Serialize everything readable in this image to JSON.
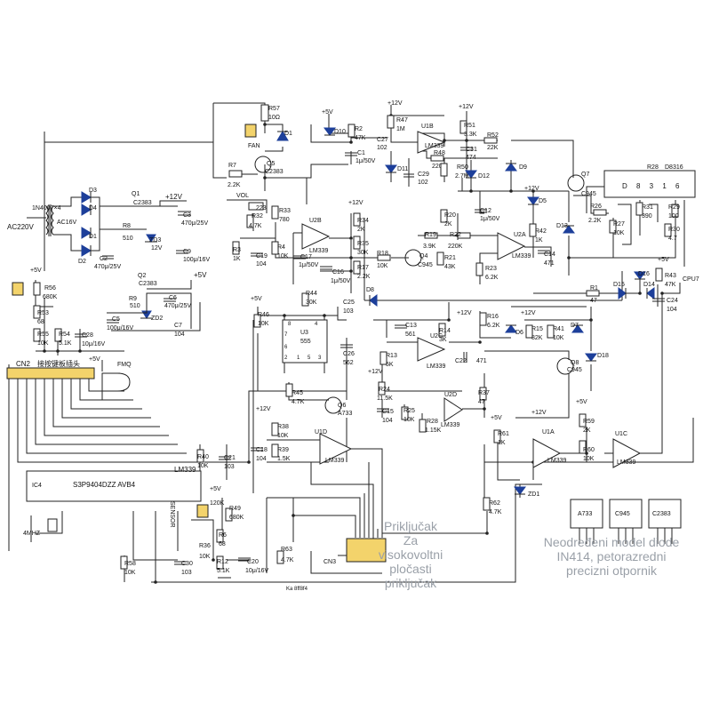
{
  "overlays": {
    "cn3_note_l1": "Priključak",
    "cn3_note_l2": "Za",
    "cn3_note_l3": "visokovoltni",
    "cn3_note_l4": "pločasti",
    "cn3_note_l5": "priključak",
    "diode_note_l1": "Neodređeni model diode",
    "diode_note_l2": "IN414, petorazredni",
    "diode_note_l3": "precizni otpornik"
  },
  "rails": {
    "plus12": "+12V",
    "plus5": "+5V"
  },
  "power": {
    "ac_in": "AC220V",
    "ac_out": "AC16V",
    "bridge": "1N4007×4",
    "d3": "D3",
    "d4": "D4",
    "d1": "D1",
    "d2": "D2",
    "q1": "Q1",
    "q1_type": "C2383",
    "r8": "R8",
    "r8_val": "510",
    "zd3": "ZD3",
    "zd3_val": "12V",
    "c3": "C3",
    "c3_val": "470μ/25V",
    "c2": "C2",
    "c2_val": "470μ/25V",
    "c9": "C9",
    "c9_val": "100μ/16V",
    "q2": "Q2",
    "q2_type": "C2383",
    "r9": "R9",
    "r9_val": "510",
    "zd2": "ZD2",
    "c6": "C6",
    "c6_val": "470μ/25V",
    "c7": "C7",
    "c7_val": "104",
    "c5": "C5",
    "c5_val": "100μ/16V"
  },
  "fan": {
    "label": "FAN",
    "r57": "R57",
    "r57_val": "10Ω",
    "d1": "D1",
    "r7": "R7",
    "r7_val": "2.2K",
    "q5": "Q5",
    "q5_type": "C2383"
  },
  "vol": {
    "label": "VOL",
    "pot": "223",
    "r32": "R32",
    "r32_val": "4.7K",
    "r33": "R33",
    "r33_val": "780",
    "r3": "R3",
    "r3_val": "1K",
    "c19": "C19",
    "c19_val": "104",
    "r4": "R4",
    "r4_val": "10K",
    "c17": "C17",
    "c17_val": "1μ/50V",
    "u2b": "U2B",
    "u2b_type": "LM339",
    "r34": "R34",
    "r34_val": "2K",
    "r35": "R35",
    "r35_val": "30K",
    "r17": "R17",
    "r17_val": "2.2K",
    "c16": "C16",
    "c16_val": "1μ/50V",
    "r18": "R18",
    "r18_val": "10K"
  },
  "top_stage": {
    "d10": "D10",
    "r2": "R2",
    "r2_val": "47K",
    "c1": "C1",
    "c1_val": "1μ/50V",
    "r47": "R47",
    "r47_val": "1M",
    "c27": "C27",
    "c27_val": "102",
    "u1b": "U1B",
    "u1b_type": "LM339",
    "r48": "R48",
    "r48_val": "220K",
    "d11": "D11",
    "c29": "C29",
    "c29_val": "102",
    "r51": "R51",
    "r51_val": "3.3K",
    "c31": "C31",
    "c31_val": "474",
    "r50": "R50",
    "r50_val": "2.7M",
    "r52": "R52",
    "r52_val": "22K"
  },
  "mid_stage": {
    "d12": "D12",
    "d9": "D9",
    "q7": "Q7",
    "q7_type": "C945",
    "r20": "R20",
    "r20_val": "2K",
    "c12": "C12",
    "c12_val": "1μ/50V",
    "d5": "D5",
    "r42": "R42",
    "r42_val": "1K",
    "d13": "D13",
    "r19": "R19",
    "r19_val": "3.9K",
    "r22": "R22",
    "r22_val": "220K",
    "q4": "Q4",
    "q4_type": "C945",
    "r21": "R21",
    "r21_val": "43K",
    "u2a": "U2A",
    "u2a_type": "LM339",
    "c14": "C14",
    "c14_val": "471",
    "r23": "R23",
    "r23_val": "6.2K"
  },
  "display": {
    "r28": "R28",
    "chip": "D8316",
    "pins": "D 8 3 1 6",
    "r26": "R26",
    "r26_val": "2.2K",
    "r27": "R27",
    "r27_val": "10K",
    "r31": "R31",
    "r31_val": "390",
    "r29": "R29",
    "r29_val": "100",
    "r30": "R30",
    "r30_val": "4.7"
  },
  "cpu_io": {
    "r1": "R1",
    "r1_val": "47",
    "d15": "D15",
    "d16": "D16",
    "d14": "D14",
    "r43": "R43",
    "r43_val": "47K",
    "cpu7": "CPU7",
    "c24": "C24",
    "c24_val": "104",
    "d8": "D8"
  },
  "timer": {
    "r44": "R44",
    "r44_val": "30K",
    "c25": "C25",
    "c25_val": "103",
    "r46": "R46",
    "r46_val": "10K",
    "u3": "U3",
    "u3_type": "555",
    "c26": "C26",
    "c26_val": "562",
    "pin8": "8",
    "pin4": "4",
    "pin7": "7",
    "pin6": "6",
    "pin2": "2",
    "pin1": "1",
    "pin5": "5",
    "pin3": "3",
    "r45": "R45",
    "r45_val": "4.7K",
    "q6": "Q6",
    "q6_type": "A733"
  },
  "right_stage": {
    "r16": "R16",
    "r16_val": "6.2K",
    "d6": "D6",
    "r15": "R15",
    "r15_val": "82K",
    "r41": "R41",
    "r41_val": "10K",
    "d7": "D7",
    "r14": "R14",
    "r14_val": "3K",
    "c13": "C13",
    "c13_val": "561",
    "u2c": "U2C",
    "u2c_type": "LM339",
    "c22": "C22",
    "c22_val": "471",
    "r13": "R13",
    "r13_val": "5K",
    "q8": "Q8",
    "q8_type": "C945",
    "d18": "D18",
    "r24": "R24",
    "r24_val": "11.5K",
    "u2d": "U2D",
    "u2d_type": "LM339",
    "r37": "R37",
    "r37_val": "47",
    "c15": "C15",
    "c15_val": "104",
    "r25": "R25",
    "r25_val": "10K",
    "r28": "R28",
    "r28_val": "1.15K"
  },
  "lower_stage": {
    "r38": "R38",
    "r38_val": "10K",
    "c18": "C18",
    "c18_val": "104",
    "r39": "R39",
    "r39_val": "1.5K",
    "u1d": "U1D",
    "u1d_type": "LM339",
    "r61": "R61",
    "r61_val": "1K",
    "u1a": "U1A",
    "u1a_type": "LM339",
    "r59": "R59",
    "r59_val": "2K",
    "r60": "R60",
    "r60_val": "10K",
    "u1c": "U1C",
    "u1c_type": "LM339",
    "zd1": "ZD1",
    "r62": "R62",
    "r62_val": "4.7K"
  },
  "keypad": {
    "r56": "R56",
    "r56_val": "680K",
    "r53": "R53",
    "r53_val": "68",
    "r55": "R55",
    "r55_val": "10K",
    "r54": "R54",
    "r54_val": "5.1K",
    "c28": "C28",
    "c28_val": "10μ/16V",
    "cn2": "CN2",
    "cn2_desc": "接按键板插头",
    "fmq": "FMQ"
  },
  "mcu": {
    "ic4": "IC4",
    "chip": "S3P9404DZZ AVB4",
    "lm339": "LM339",
    "sensor": "SENSOR",
    "xtal": "4MHZ",
    "r40": "R40",
    "r40_val": "10K",
    "c21": "C21",
    "c21_val": "103",
    "r58": "R58",
    "r58_val": "10K",
    "c30": "C30",
    "c30_val": "103",
    "r49": "R49",
    "r49_val": "680K",
    "pot": "120K",
    "r6": "R6",
    "r6_val": "68",
    "r36": "R36",
    "r36_val": "10K",
    "r12": "R12",
    "r12_val": "5.1K",
    "c20": "C20",
    "c20_val": "10μ/16V",
    "r63": "R63",
    "r63_val": "4.7K",
    "cn3": "CN3",
    "footer": "Ka 8ff8f4"
  },
  "transistor_legend": {
    "a733": "A733",
    "c945": "C945",
    "c2383": "C2383"
  }
}
